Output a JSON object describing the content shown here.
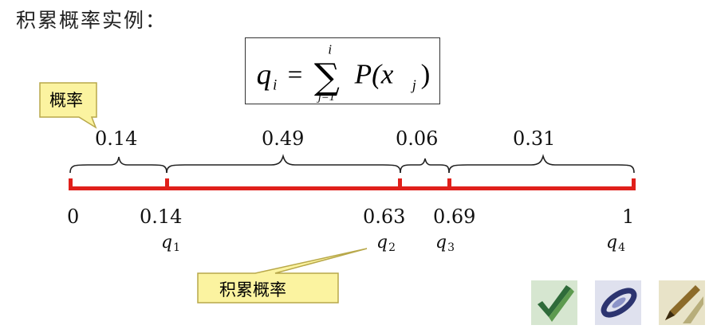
{
  "title": "积累概率实例：",
  "formula": {
    "lhs": "q",
    "lhs_sub": "i",
    "equals": "=",
    "sigma": "∑",
    "upper": "i",
    "lower": "j=1",
    "term": "P(x",
    "term_sub": "j",
    "close": ")"
  },
  "callouts": {
    "probability": "概率",
    "cumulative": "积累概率"
  },
  "probabilities": [
    "0.14",
    "0.49",
    "0.06",
    "0.31"
  ],
  "positions": [
    "0",
    "0.14",
    "0.63",
    "0.69",
    "1"
  ],
  "q_labels": [
    {
      "sym": "q",
      "sub": "1"
    },
    {
      "sym": "q",
      "sub": "2"
    },
    {
      "sym": "q",
      "sub": "3"
    },
    {
      "sym": "q",
      "sub": "4"
    }
  ],
  "colors": {
    "line": "#e0201b",
    "callout_fill": "#fbf3a0",
    "callout_stroke": "#b8a84a"
  },
  "thumbnails": [
    "check-icon",
    "ring-icon",
    "pen-icon"
  ]
}
